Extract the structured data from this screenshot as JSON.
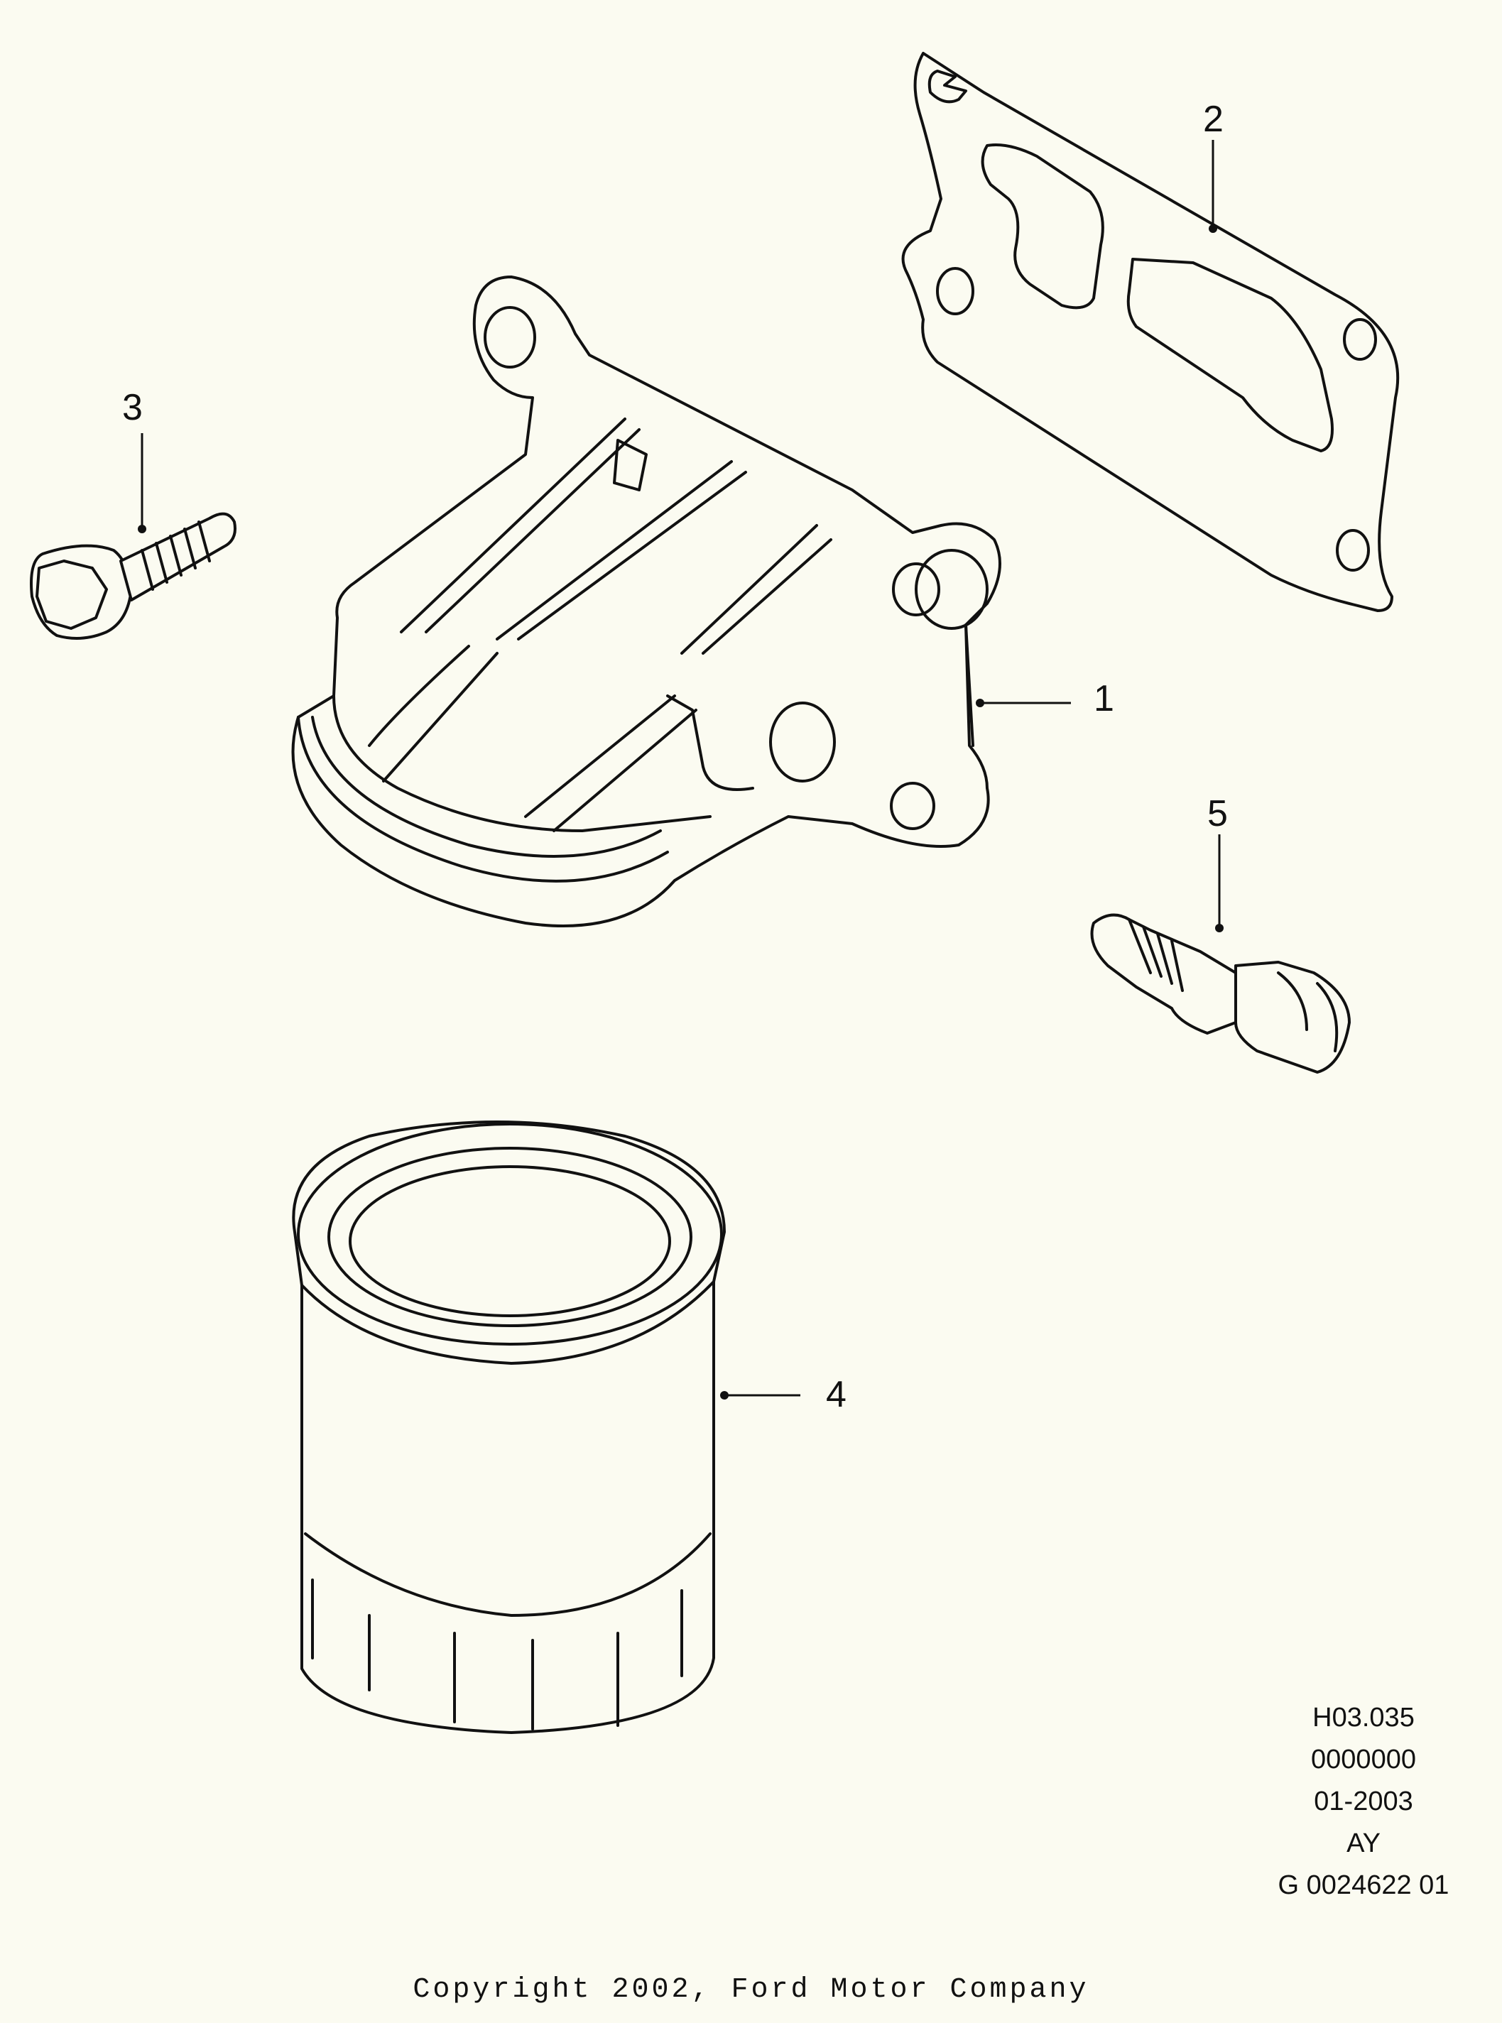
{
  "callouts": [
    {
      "id": "1",
      "label": "1"
    },
    {
      "id": "2",
      "label": "2"
    },
    {
      "id": "3",
      "label": "3"
    },
    {
      "id": "4",
      "label": "4"
    },
    {
      "id": "5",
      "label": "5"
    }
  ],
  "meta": {
    "code": "H03.035",
    "number": "0000000",
    "date": "01-2003",
    "variant": "AY",
    "ref": "G 0024622 01"
  },
  "copyright": "Copyright 2002, Ford Motor Company"
}
